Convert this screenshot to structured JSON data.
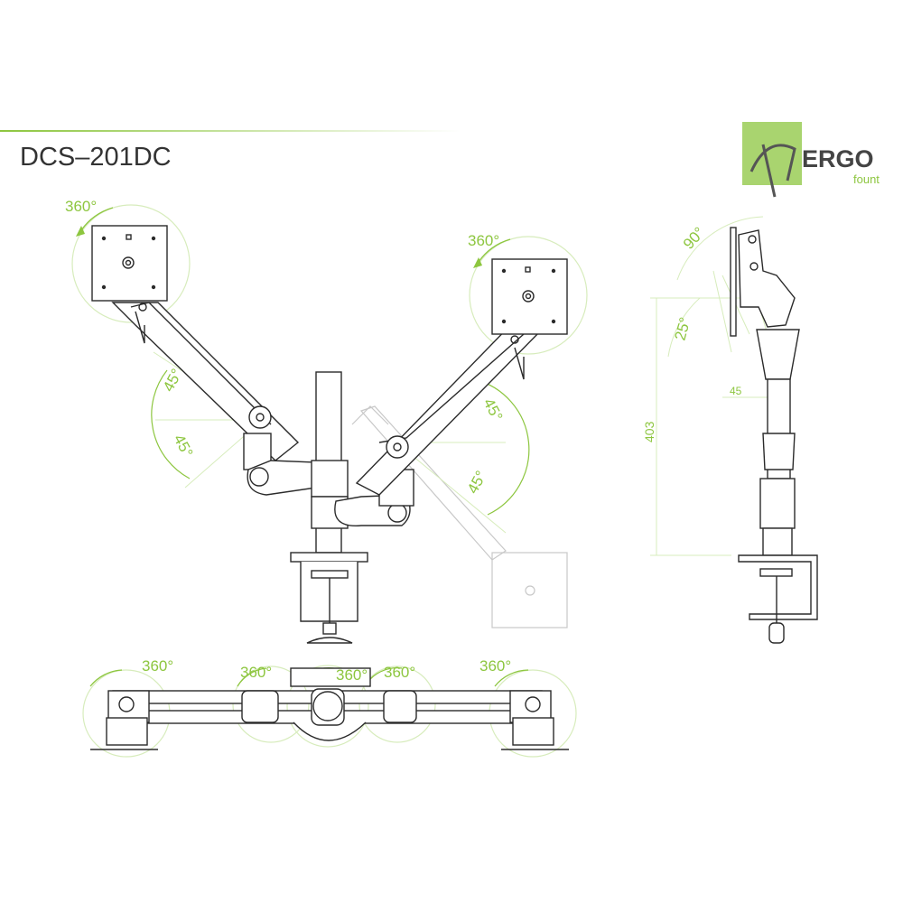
{
  "header": {
    "model": "DCS–201DC"
  },
  "logo": {
    "brand": "ERGO",
    "sub": "fount"
  },
  "front_view": {
    "left_rotation": "360°",
    "right_rotation": "360°",
    "left_tilt_upper": "45°",
    "left_tilt_lower": "45°",
    "right_tilt_upper": "45°",
    "right_tilt_lower": "45°"
  },
  "top_view": {
    "rotations": [
      "360°",
      "360°",
      "360°",
      "360°",
      "360°"
    ]
  },
  "side_view": {
    "tilt_up": "90°",
    "tilt_down": "25°",
    "height": "403",
    "offset": "45"
  },
  "colors": {
    "accent": "#8dc63f",
    "line": "#2b2b2b",
    "faint": "#c8c8c8",
    "logo_bg": "#a9d46f"
  }
}
